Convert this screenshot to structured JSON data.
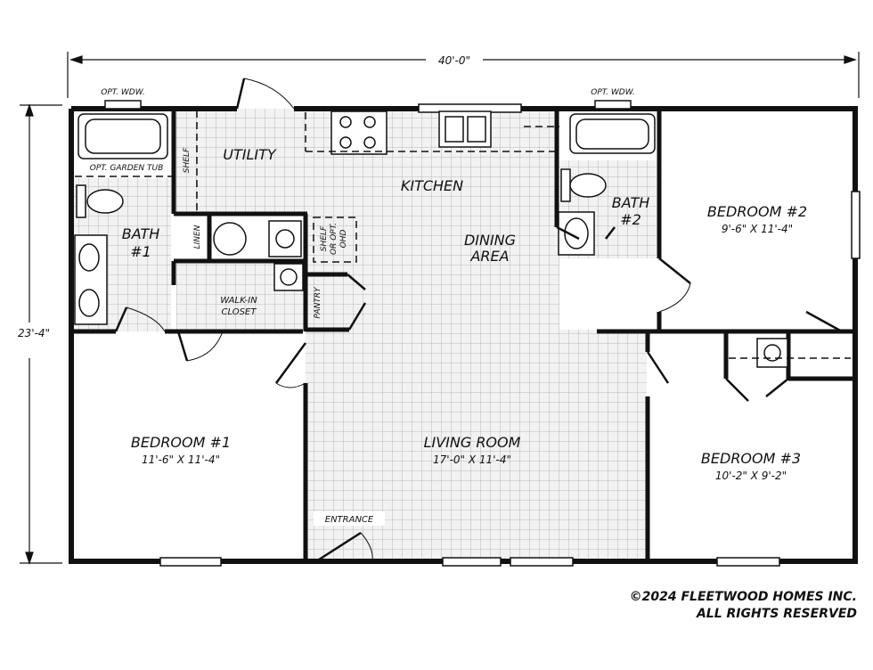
{
  "dimensions": {
    "width": "40'-0\"",
    "height": "23'-4\""
  },
  "rooms": {
    "utility": "UTILITY",
    "shelf": "SHELF",
    "kitchen": "KITCHEN",
    "dining": [
      "DINING",
      "AREA"
    ],
    "bath1": [
      "BATH",
      "#1"
    ],
    "bath2": [
      "BATH",
      "#2"
    ],
    "linen": "LINEN",
    "shelf_opt": [
      "SHELF",
      "OR OPT.",
      "OHD"
    ],
    "pantry": "PANTRY",
    "walkin": [
      "WALK-IN",
      "CLOSET"
    ],
    "opt_garden_tub": "OPT. GARDEN TUB",
    "opt_wdw_left": "OPT. WDW.",
    "opt_wdw_right": "OPT. WDW.",
    "bedroom1": {
      "name": "BEDROOM #1",
      "size": "11'-6\" X 11'-4\""
    },
    "bedroom2": {
      "name": "BEDROOM #2",
      "size": "9'-6\" X 11'-4\""
    },
    "bedroom3": {
      "name": "BEDROOM #3",
      "size": "10'-2\" X 9'-2\""
    },
    "living": {
      "name": "LIVING ROOM",
      "size": "17'-0\" X 11'-4\""
    },
    "entrance": "ENTRANCE"
  },
  "copyright": [
    "©2024 FLEETWOOD HOMES INC.",
    "ALL RIGHTS RESERVED"
  ]
}
